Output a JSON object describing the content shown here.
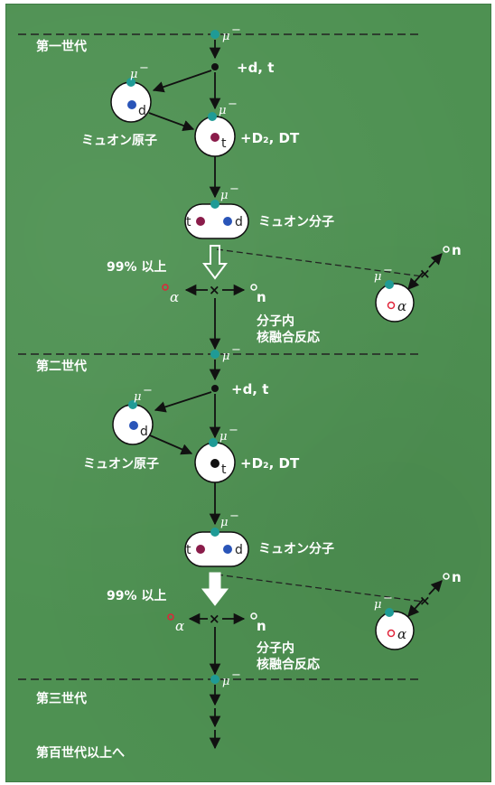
{
  "generations": [
    "第一世代",
    "第二世代",
    "第三世代"
  ],
  "final_label": "第百世代以上へ",
  "muon": "μ",
  "charge": "−",
  "reactants_1": "+d, t",
  "reactants_2": "+D₂, DT",
  "muonic_atom": "ミュオン原子",
  "muonic_molecule": "ミュオン分子",
  "fusion_label_1": "分子内",
  "fusion_label_2": "核融合反応",
  "percent": "99% 以上",
  "d": "d",
  "t": "t",
  "n": "n",
  "alpha": "α",
  "colors": {
    "background": "#4e9152",
    "muon": "#1f9b96",
    "deuteron": "#2a55b8",
    "triton": "#8a1c4a",
    "alpha_ring": "#e0243a"
  }
}
